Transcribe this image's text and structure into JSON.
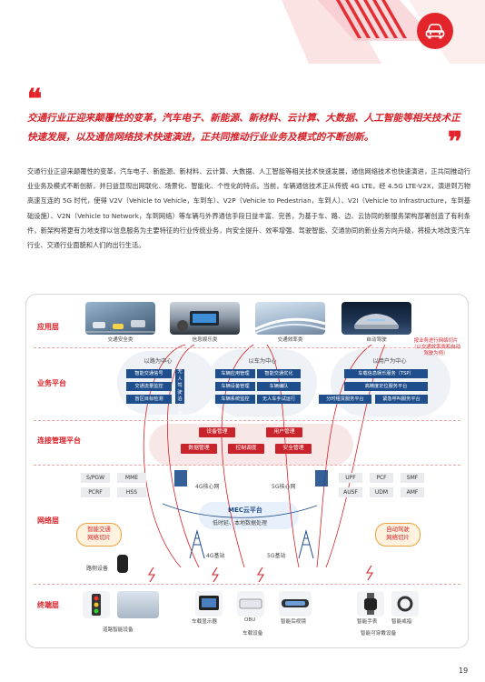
{
  "quote": "交通行业正迎来颠覆性的变革，汽车电子、新能源、新材料、云计算、大数据、人工智能等相关技术正快速发展，以及通信网络技术快速演进，正共同推动行业业务及模式的不断创新。",
  "body": "交通行业正迎来颠覆性的变革，汽车电子、新能源、新材料、云计算、大数据、人工智能等相关技术快速发展，通信网络技术也快速演进，正共同推动行业业务及模式不断创新，并日益显现出网联化、场景化、智能化、个性化的特点。当前，车辆通信技术正从传统 4G LTE，经 4.5G LTE-V2X，演进到万物高速互连的 5G 时代，使得 V2V（Vehicle to Vehicle，车到车）、V2P（Vehicle to Pedestrian，车到人）、V2I（Vehicle to Infrastructure，车到基础设施）、V2N（Vehicle to Network，车到网络）等车辆与外界通信手段日益丰富、完善，为基于车、路、边、云协同的新服务架构部署创造了有利条件，新架构将更有力地支撑以信息服务为主要特征的行业传统业务，向安全提升、效率增强、驾驶智能、交通协同的新业务方向升级，将极大地改变汽车行业、交通行业面貌和人们的出行生活。",
  "layers": {
    "app": "应用层",
    "business": "业务平台",
    "connect": "连接管理平台",
    "network": "网络层",
    "terminal": "终端层"
  },
  "apps": [
    "交通安全类",
    "信息娱乐类",
    "交通效率类",
    "自动驾驶"
  ],
  "zones": [
    "以路为中心",
    "以车为中心",
    "以用户为中心"
  ],
  "road_services": [
    "智能交通信号",
    "交通流量监控",
    "盲区目标检测"
  ],
  "unmanned_parking": "无人驾驶泊车场",
  "car_services": [
    [
      "车辆应用管理",
      "智能交通优化"
    ],
    [
      "车辆设备管理",
      "车辆编队"
    ],
    [
      "车辆系统监控",
      "无人车手试运行"
    ]
  ],
  "user_services": [
    "车载信息娱乐服务（TSP）",
    "高精度定位服务平台"
  ],
  "user_services_row": [
    "分时租赁服务平台",
    "紧急呼叫服务平台"
  ],
  "annotation_top": "按业务进行网络切片（以交通效率类和自动驾驶为例）",
  "connect_items": [
    [
      "设备管理",
      "用户管理"
    ],
    [
      "数据管理",
      "控制调度",
      "安全管理"
    ]
  ],
  "core_4g": [
    "S/PGW",
    "MME",
    "PCRF",
    "HSS"
  ],
  "core_5g": [
    "UPF",
    "PCF",
    "SMF",
    "AUSF",
    "UDM",
    "AMF"
  ],
  "core_4g_label": "4G核心网",
  "core_5g_label": "5G核心网",
  "mec_title": "MEC云平台",
  "mec_sub": "低时延、本地数据处理",
  "slice_left": [
    "智能交通",
    "网络切片"
  ],
  "slice_right": [
    "自动驾驶",
    "网络切片"
  ],
  "bs_4g": "4G基站",
  "bs_5g": "5G基站",
  "roadside": "路侧设备",
  "devices_road": "道路智能设备",
  "devices_car": [
    "车载显示器",
    "OBU",
    "智能后视镜"
  ],
  "devices_car_group": "车载设备",
  "devices_wear": [
    "智能手表",
    "智能戒指"
  ],
  "devices_wear_group": "智能可穿戴设备",
  "page_number": "19",
  "colors": {
    "accent": "#d71f26",
    "navy": "#1f4e8c",
    "connect_red": "#c9232b"
  }
}
